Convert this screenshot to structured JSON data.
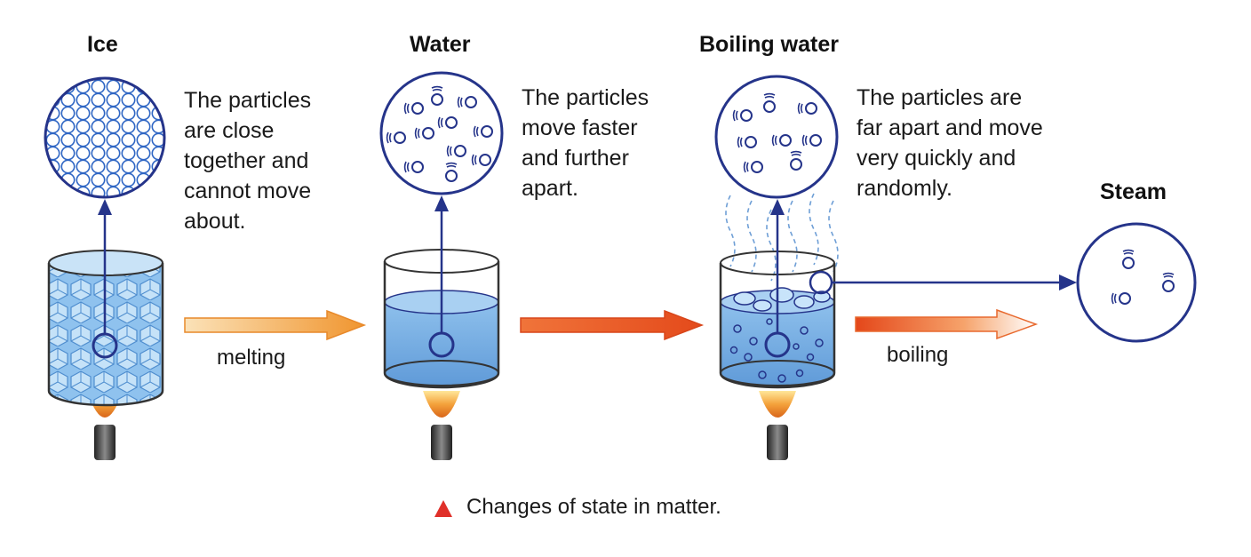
{
  "stages": [
    {
      "title": "Ice",
      "description": "The particles\nare close\ntogether and\ncannot move\nabout."
    },
    {
      "title": "Water",
      "description": "The particles\nmove faster\nand further\napart."
    },
    {
      "title": "Boiling water",
      "description": "The particles are\nfar apart and move\nvery quickly and\nrandomly."
    },
    {
      "title": "Steam"
    }
  ],
  "process_labels": {
    "melting": "melting",
    "boiling": "boiling"
  },
  "caption": "Changes of state in matter.",
  "colors": {
    "outline": "#25348a",
    "water": "#7fb2e5",
    "arrow_orange": "#f29a3a",
    "arrow_red": "#e0501f",
    "caption_marker": "#e0302a"
  }
}
